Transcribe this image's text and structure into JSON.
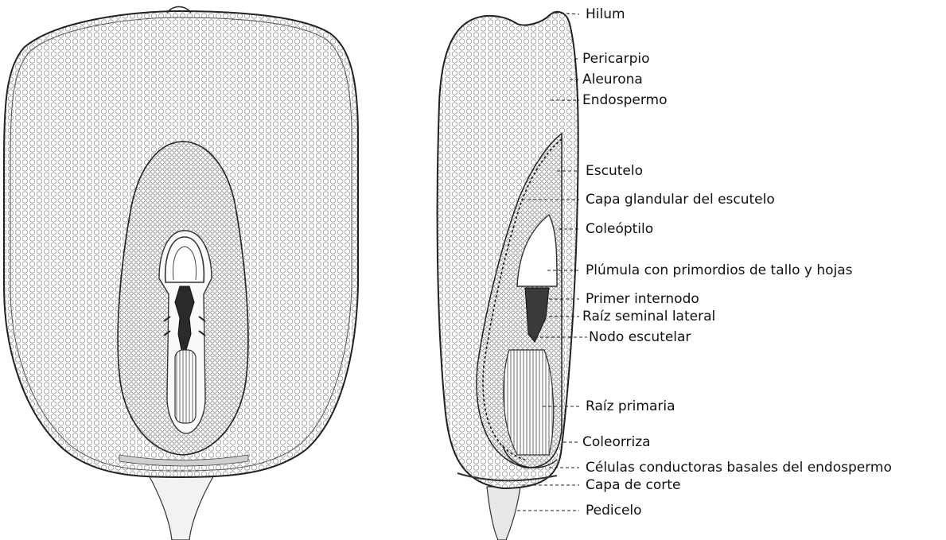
{
  "colors": {
    "background": "#ffffff",
    "ink": "#1a1a1a",
    "stipple": "#555555",
    "embryo_dark": "#2a2a2a"
  },
  "figures": [
    {
      "name": "frontal-section-kernel"
    },
    {
      "name": "lateral-section-kernel"
    }
  ],
  "labels": [
    {
      "id": "hilum",
      "text": "Hilum"
    },
    {
      "id": "pericarpio",
      "text": "Pericarpio"
    },
    {
      "id": "aleurona",
      "text": "Aleurona"
    },
    {
      "id": "endospermo",
      "text": "Endospermo"
    },
    {
      "id": "escutelo",
      "text": "Escutelo"
    },
    {
      "id": "capa-glandular",
      "text": "Capa glandular del escutelo"
    },
    {
      "id": "coleoptilo",
      "text": "Coleóptilo"
    },
    {
      "id": "plumula",
      "text": "Plúmula con primordios de tallo y hojas"
    },
    {
      "id": "primer-internodo",
      "text": "Primer internodo"
    },
    {
      "id": "raiz-seminal",
      "text": "Raíz seminal lateral"
    },
    {
      "id": "nodo-escutelar",
      "text": "Nodo escutelar"
    },
    {
      "id": "raiz-primaria",
      "text": "Raíz primaria"
    },
    {
      "id": "coleorriza",
      "text": "Coleorriza"
    },
    {
      "id": "celulas-conductoras",
      "text": "Células conductoras basales del endospermo"
    },
    {
      "id": "capa-de-corte",
      "text": "Capa de corte"
    },
    {
      "id": "pedicelo",
      "text": "Pedicelo"
    }
  ]
}
